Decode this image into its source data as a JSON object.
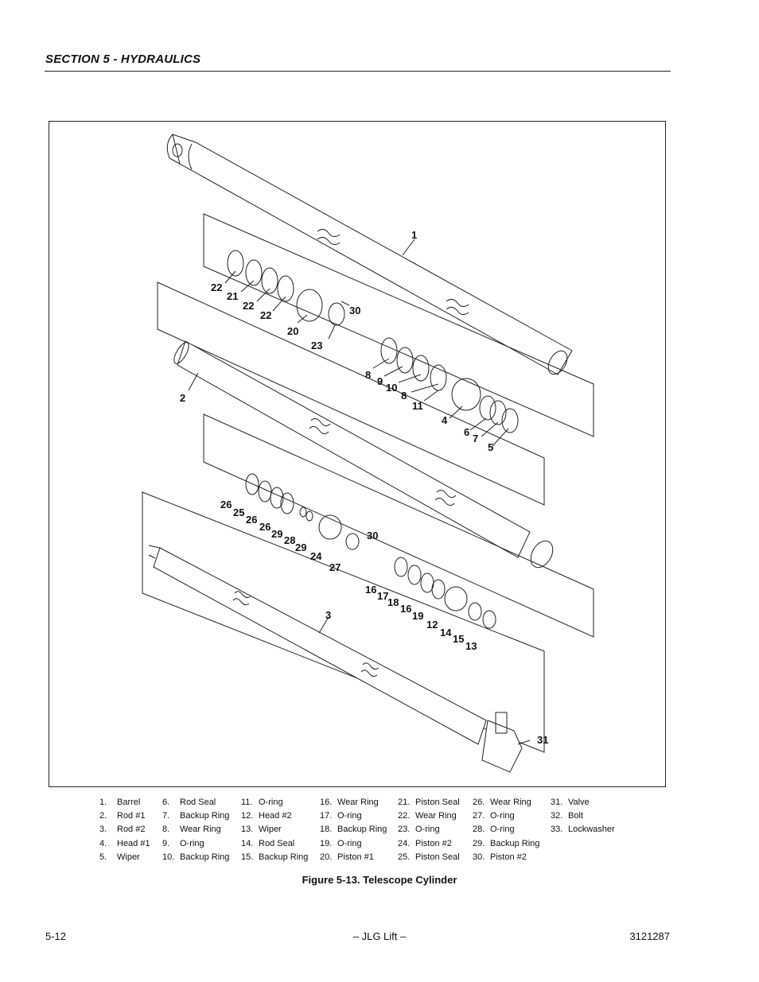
{
  "header": {
    "section_title": "SECTION 5 - HYDRAULICS"
  },
  "figure": {
    "callouts": [
      "1",
      "22",
      "21",
      "22",
      "22",
      "20",
      "30",
      "23",
      "8",
      "9",
      "10",
      "8",
      "11",
      "4",
      "6",
      "7",
      "5",
      "2",
      "26",
      "25",
      "26",
      "26",
      "29",
      "28",
      "29",
      "24",
      "30",
      "27",
      "16",
      "17",
      "18",
      "16",
      "19",
      "12",
      "14",
      "15",
      "13",
      "3",
      "31"
    ],
    "caption": "Figure 5-13.  Telescope Cylinder"
  },
  "legend": {
    "columns": [
      [
        {
          "n": "1.",
          "label": "Barrel"
        },
        {
          "n": "2.",
          "label": "Rod #1"
        },
        {
          "n": "3.",
          "label": "Rod #2"
        },
        {
          "n": "4.",
          "label": "Head #1"
        },
        {
          "n": "5.",
          "label": "Wiper"
        }
      ],
      [
        {
          "n": "6.",
          "label": "Rod Seal"
        },
        {
          "n": "7.",
          "label": "Backup Ring"
        },
        {
          "n": "8.",
          "label": "Wear Ring"
        },
        {
          "n": "9.",
          "label": "O-ring"
        },
        {
          "n": "10.",
          "label": "Backup Ring"
        }
      ],
      [
        {
          "n": "11.",
          "label": "O-ring"
        },
        {
          "n": "12.",
          "label": "Head #2"
        },
        {
          "n": "13.",
          "label": "Wiper"
        },
        {
          "n": "14.",
          "label": "Rod Seal"
        },
        {
          "n": "15.",
          "label": "Backup Ring"
        }
      ],
      [
        {
          "n": "16.",
          "label": "Wear Ring"
        },
        {
          "n": "17.",
          "label": "O-ring"
        },
        {
          "n": "18.",
          "label": "Backup Ring"
        },
        {
          "n": "19.",
          "label": "O-ring"
        },
        {
          "n": "20.",
          "label": "Piston #1"
        }
      ],
      [
        {
          "n": "21.",
          "label": "Piston Seal"
        },
        {
          "n": "22.",
          "label": "Wear Ring"
        },
        {
          "n": "23.",
          "label": "O-ring"
        },
        {
          "n": "24.",
          "label": "Piston #2"
        },
        {
          "n": "25.",
          "label": "Piston Seal"
        }
      ],
      [
        {
          "n": "26.",
          "label": "Wear Ring"
        },
        {
          "n": "27.",
          "label": "O-ring"
        },
        {
          "n": "28.",
          "label": "O-ring"
        },
        {
          "n": "29.",
          "label": "Backup Ring"
        },
        {
          "n": "30.",
          "label": "Piston #2"
        }
      ],
      [
        {
          "n": "31.",
          "label": "Valve"
        },
        {
          "n": "32.",
          "label": "Bolt"
        },
        {
          "n": "33.",
          "label": "Lockwasher"
        }
      ]
    ]
  },
  "footer": {
    "page_number": "5-12",
    "center_text": "– JLG Lift –",
    "doc_number": "3121287"
  }
}
